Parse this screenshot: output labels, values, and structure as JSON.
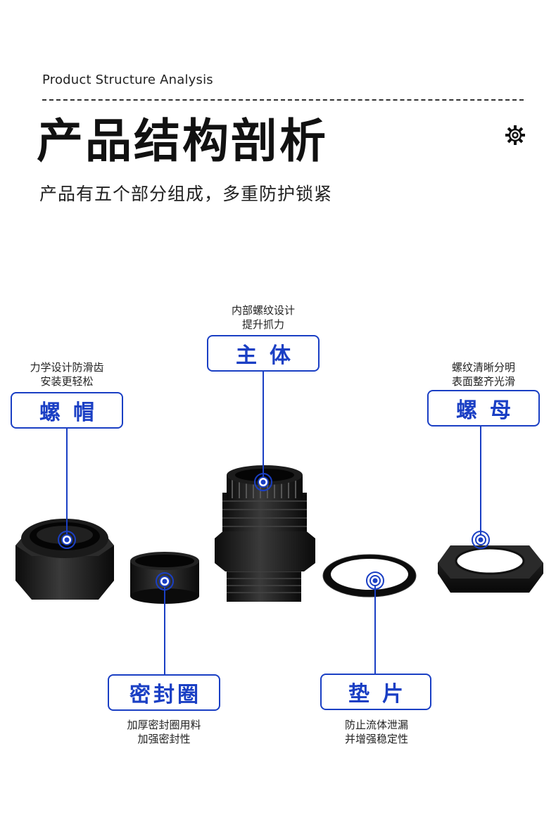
{
  "header": {
    "subtitle_en": "Product Structure Analysis",
    "title": "产品结构剖析",
    "subtitle_cn": "产品有五个部分组成，多重防护锁紧",
    "icon": "gear-icon"
  },
  "colors": {
    "accent": "#1a3fc4",
    "part": "#111111",
    "text": "#222222"
  },
  "parts": {
    "cap": {
      "label": "螺帽",
      "desc1": "力学设计防滑齿",
      "desc2": "安装更轻松"
    },
    "body": {
      "label": "主体",
      "desc1": "内部螺纹设计",
      "desc2": "提升抓力"
    },
    "nut": {
      "label": "螺母",
      "desc1": "螺纹清晰分明",
      "desc2": "表面整齐光滑"
    },
    "seal": {
      "label": "密封圈",
      "desc1": "加厚密封圈用料",
      "desc2": "加强密封性"
    },
    "gasket": {
      "label": "垫片",
      "desc1": "防止流体泄漏",
      "desc2": "并增强稳定性"
    }
  }
}
